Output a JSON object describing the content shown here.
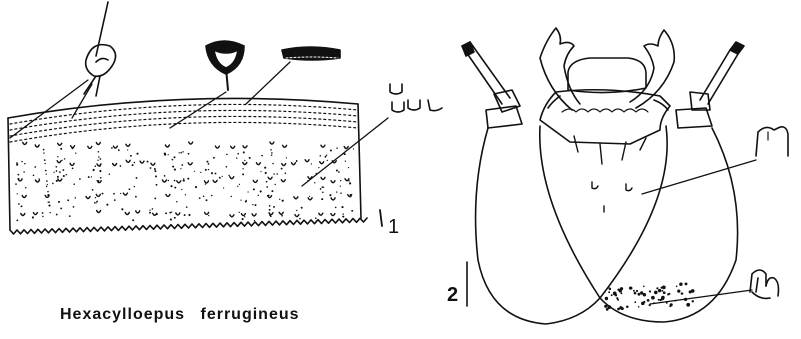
{
  "caption": "Hexacylloepus ferrugineus",
  "figure1": {
    "number": "1"
  },
  "figure2": {
    "number": "2"
  }
}
